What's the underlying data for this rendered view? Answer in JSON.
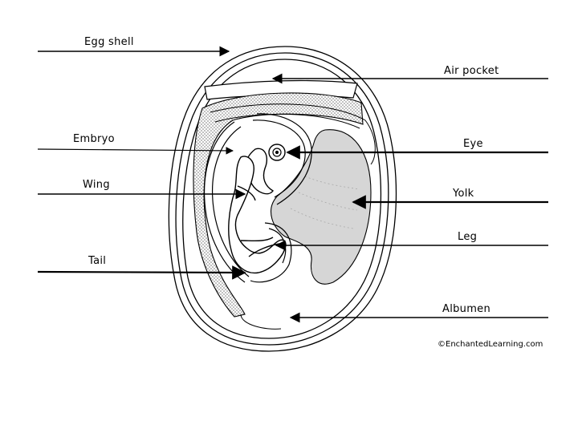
{
  "labels": {
    "egg_shell": "Egg shell",
    "air_pocket": "Air pocket",
    "embryo": "Embryo",
    "eye": "Eye",
    "wing": "Wing",
    "yolk": "Yolk",
    "leg": "Leg",
    "tail": "Tail",
    "albumen": "Albumen"
  },
  "credit": "©EnchantedLearning.com",
  "colors": {
    "line": "#000000",
    "yolk_fill": "#d6d6d6",
    "membrane_fill": "#cfcfcf",
    "background": "#ffffff"
  }
}
